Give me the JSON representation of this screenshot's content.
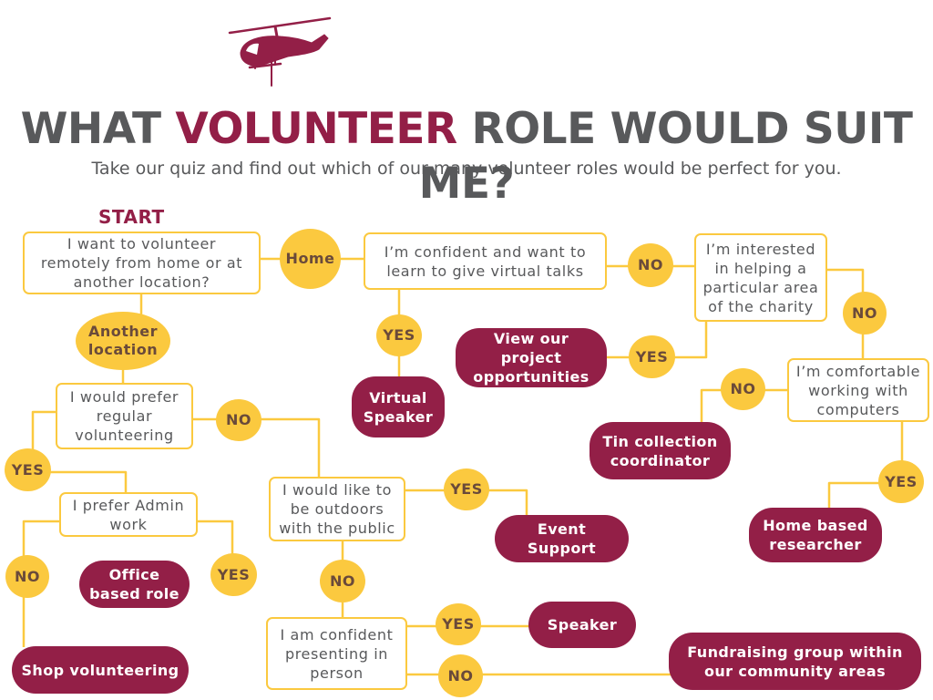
{
  "title": {
    "before": "WHAT ",
    "highlight": "VOLUNTEER",
    "after": " ROLE WOULD SUIT ME?"
  },
  "subtitle": "Take our quiz and find out which of our many volunteer roles would be perfect for you.",
  "start_label": "START",
  "colors": {
    "brand": "#931f47",
    "answer": "#fbc93f",
    "text": "#58595b",
    "line": "#fbc93f"
  },
  "icons": {
    "logo": "helicopter-icon"
  },
  "questions": {
    "remote": "I want to volunteer\nremotely from home or at\nanother location?",
    "virtual_talks": "I’m confident and want to\nlearn to give virtual talks",
    "particular_area": "I’m interested\nin helping a\nparticular area\nof the charity",
    "computers": "I’m comfortable\nworking with\ncomputers",
    "regular": "I would prefer\nregular\nvolunteering",
    "admin": "I prefer Admin\nwork",
    "outdoors": "I would like to\nbe outdoors\nwith the public",
    "presenting": "I am confident\npresenting in\nperson"
  },
  "answers": {
    "home": "Home",
    "another_location": "Another\nlocation",
    "no_virtual": "NO",
    "yes_virtual": "YES",
    "no_area": "NO",
    "yes_area": "YES",
    "no_computers": "NO",
    "yes_computers": "YES",
    "yes_regular": "YES",
    "no_regular": "NO",
    "no_admin": "NO",
    "yes_admin": "YES",
    "yes_outdoors": "YES",
    "no_outdoors": "NO",
    "yes_presenting": "YES",
    "no_presenting": "NO"
  },
  "roles": {
    "project": "View our\nproject\nopportunities",
    "virtual_speaker": "Virtual\nSpeaker",
    "tin_collection": "Tin collection\ncoordinator",
    "home_researcher": "Home based\nresearcher",
    "office": "Office\nbased role",
    "event_support": "Event Support",
    "shop": "Shop volunteering",
    "speaker": "Speaker",
    "fundraising": "Fundraising group within\nour community areas"
  }
}
